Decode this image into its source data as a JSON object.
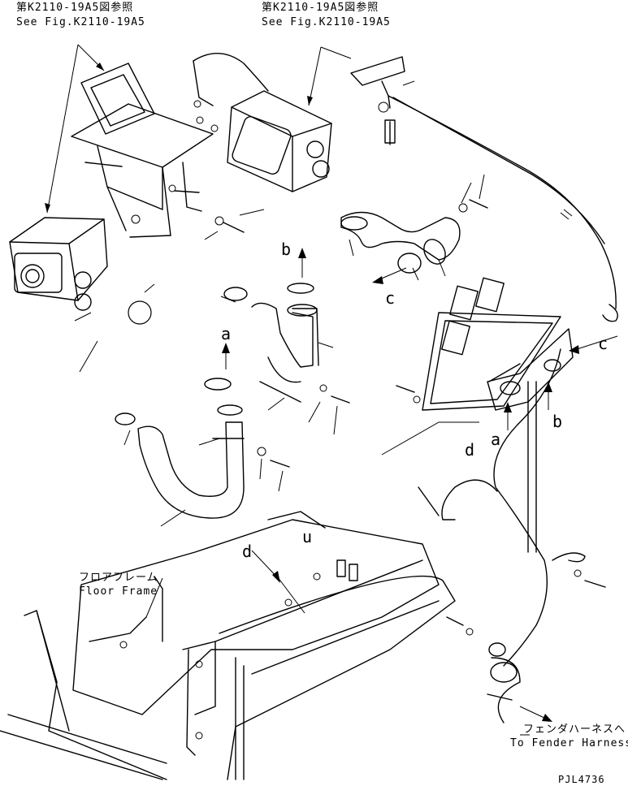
{
  "refs": {
    "left_ref_jp": "第K2110-19A5図参照",
    "left_ref_en": "See Fig.K2110-19A5",
    "right_ref_jp": "第K2110-19A5図参照",
    "right_ref_en": "See Fig.K2110-19A5"
  },
  "callouts": {
    "a_left": "a",
    "b_top": "b",
    "c_left": "c",
    "c_right": "c",
    "b_right": "b",
    "a_right": "a",
    "d_right": "d",
    "d_floor": "d",
    "u_floor": "u"
  },
  "floor_frame": {
    "jp": "フロアフレーム",
    "en": "Floor Frame"
  },
  "fender": {
    "jp": "フェンダハーネスへ",
    "en": "To Fender Harness"
  },
  "drawing_code": "PJL4736"
}
